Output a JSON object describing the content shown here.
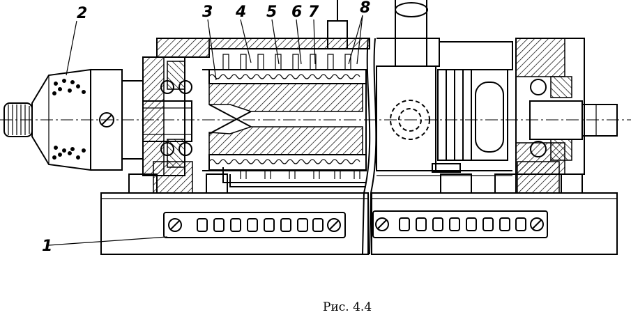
{
  "figure": {
    "caption": "Рис. 4.4",
    "callouts": [
      "1",
      "2",
      "3",
      "4",
      "5",
      "6",
      "7",
      "8"
    ]
  }
}
